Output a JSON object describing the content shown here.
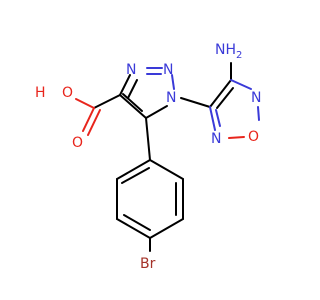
{
  "molecule": {
    "atoms": {
      "nh2": "NH",
      "nh2_sub": "2",
      "triazole_n3": "N",
      "triazole_n2": "N",
      "triazole_n1": "N",
      "oxadiazole_n_top": "N",
      "oxadiazole_o": "O",
      "oxadiazole_n_bottom": "N",
      "hydroxyl": "H",
      "hydroxyl_o": "O",
      "carbonyl_o": "O",
      "bromine": "Br"
    },
    "colors": {
      "carbon_bond": "#000000",
      "nitrogen": "#3a3ad8",
      "oxygen": "#e8251c",
      "bromine": "#a5332a"
    }
  }
}
